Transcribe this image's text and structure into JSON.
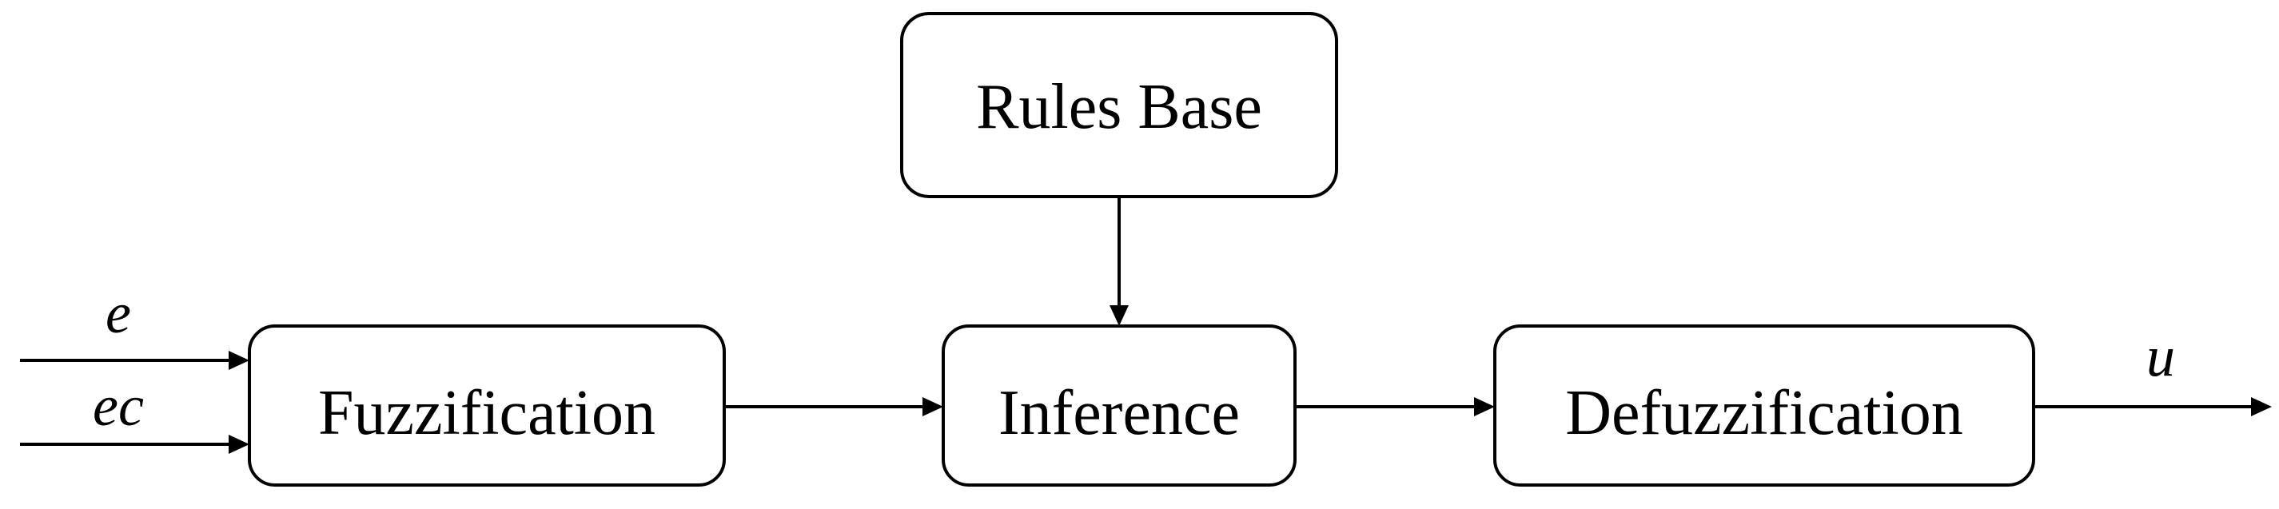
{
  "blocks": {
    "rules_base": "Rules Base",
    "fuzzification": "Fuzzification",
    "inference": "Inference",
    "defuzzification": "Defuzzification"
  },
  "signals": {
    "input_error": "e",
    "input_error_change": "ec",
    "output": "u"
  }
}
